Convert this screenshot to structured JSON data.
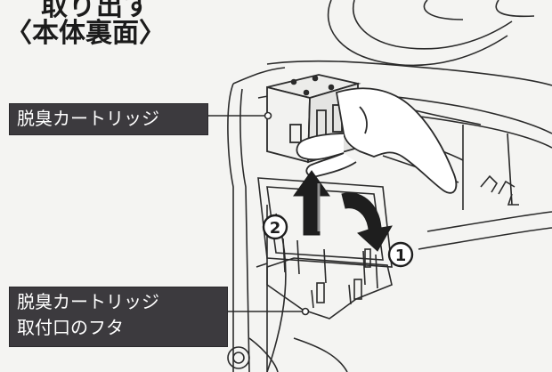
{
  "header": {
    "top_partial_text": "取り出す",
    "section_title": "〈本体裏面〉"
  },
  "labels": {
    "cartridge": "脱臭カートリッジ",
    "lid_line1": "脱臭カートリッジ",
    "lid_line2": "取付口のフタ"
  },
  "steps": {
    "step1": "①",
    "step2": "②"
  },
  "colors": {
    "label_bg": "#3c3a3e",
    "label_text": "#ffffff",
    "line_art": "#2b2b2b",
    "arrow": "#1e1e1e",
    "background": "#f4f4f2"
  },
  "icons": {
    "arrow_up": "thick-up-arrow-icon",
    "arrow_curve": "curved-down-arrow-icon"
  }
}
